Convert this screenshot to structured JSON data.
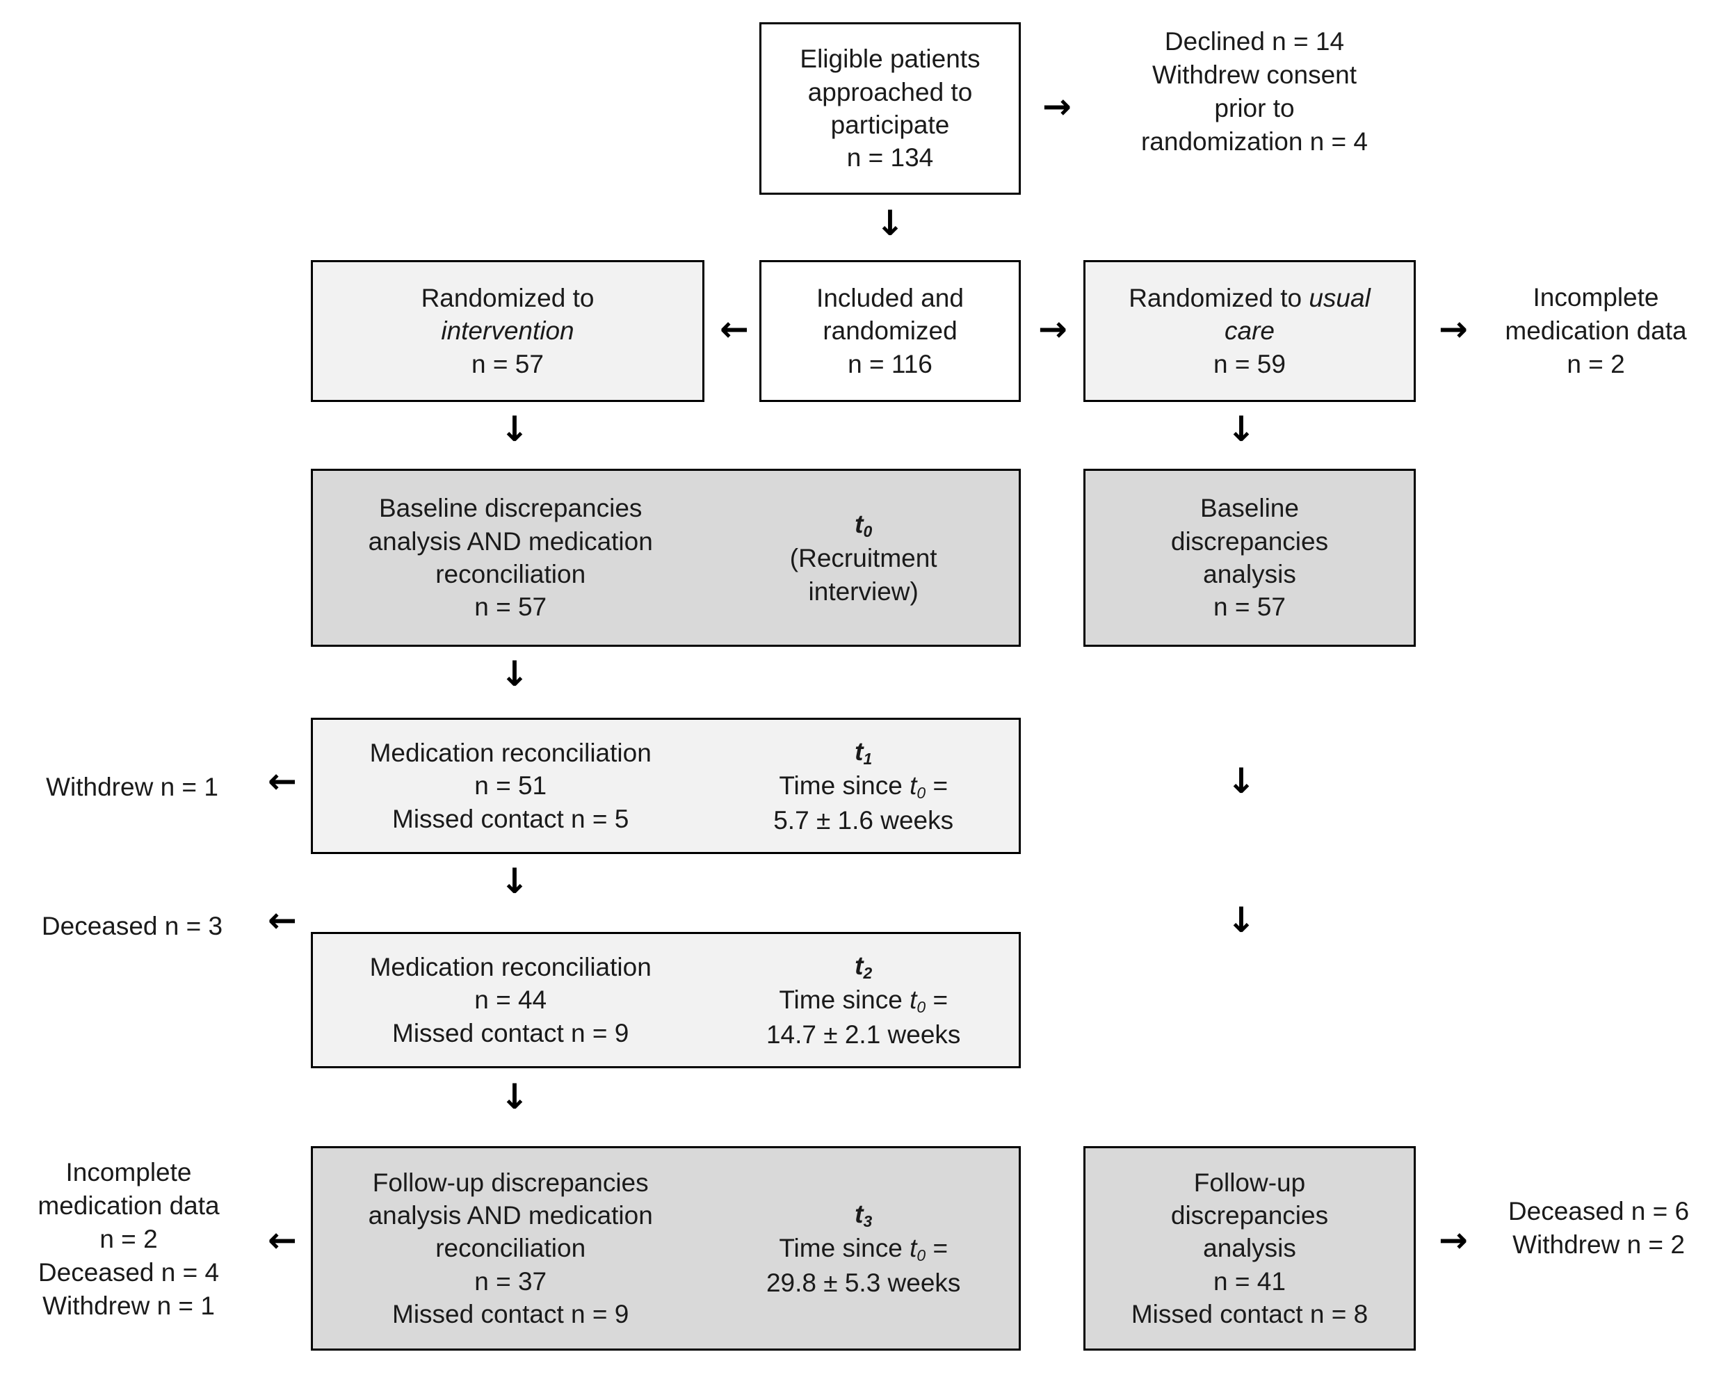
{
  "diagram": {
    "type": "consort-flow-diagram",
    "colors": {
      "box_border": "#000000",
      "fill_white": "#ffffff",
      "fill_light_gray": "#f2f2f2",
      "fill_dark_gray": "#d9d9d9",
      "text": "#1a1a1a"
    },
    "boxes": {
      "eligible": {
        "line1": "Eligible patients",
        "line2": "approached to",
        "line3": "participate",
        "line4": "n = 134"
      },
      "included": {
        "line1": "Included and",
        "line2": "randomized",
        "line3": "n = 116"
      },
      "randomized_intervention": {
        "line1": "Randomized to",
        "line2": "intervention",
        "line3": "n = 57"
      },
      "randomized_usual_care": {
        "line1_a": "Randomized to ",
        "line1_b": "usual",
        "line2": "care",
        "line3": "n = 59"
      },
      "baseline_intervention": {
        "line1": "Baseline discrepancies",
        "line2": "analysis AND medication",
        "line3": "reconciliation",
        "line4": "n = 57",
        "time_label": "t",
        "time_sub": "0",
        "time_line1": "(Recruitment",
        "time_line2": "interview)"
      },
      "baseline_usual_care": {
        "line1": "Baseline",
        "line2": "discrepancies",
        "line3": "analysis",
        "line4": "n = 57"
      },
      "medrec_t1": {
        "line1": "Medication reconciliation",
        "line2": "n = 51",
        "line3": "Missed contact n = 5",
        "time_label": "t",
        "time_sub": "1",
        "time_line1_a": "Time since ",
        "time_line1_b": "t",
        "time_line1_sub": "0",
        "time_line1_c": " =",
        "time_line2": "5.7 ± 1.6 weeks"
      },
      "medrec_t2": {
        "line1": "Medication reconciliation",
        "line2": "n = 44",
        "line3": "Missed contact n = 9",
        "time_label": "t",
        "time_sub": "2",
        "time_line1_a": "Time since ",
        "time_line1_b": "t",
        "time_line1_sub": "0",
        "time_line1_c": " =",
        "time_line2": "14.7 ± 2.1 weeks"
      },
      "followup_t3": {
        "line1": "Follow-up discrepancies",
        "line2": "analysis AND medication",
        "line3": "reconciliation",
        "line4": "n = 37",
        "line5": "Missed contact n = 9",
        "time_label": "t",
        "time_sub": "3",
        "time_line1_a": "Time since ",
        "time_line1_b": "t",
        "time_line1_sub": "0",
        "time_line1_c": " =",
        "time_line2": "29.8 ± 5.3 weeks"
      },
      "followup_usual_care": {
        "line1": "Follow-up",
        "line2": "discrepancies",
        "line3": "analysis",
        "line4": "n = 41",
        "line5": "Missed contact n = 8"
      }
    },
    "annotations": {
      "declined": {
        "line1": "Declined n = 14",
        "line2": "Withdrew consent",
        "line3": "prior to",
        "line4": "randomization n = 4"
      },
      "incomplete_usual_care": {
        "line1": "Incomplete",
        "line2": "medication data",
        "line3": "n = 2"
      },
      "withdrew_t1": {
        "line1": "Withdrew n = 1"
      },
      "deceased_t2": {
        "line1": "Deceased n = 3"
      },
      "losses_t3_left": {
        "line1": "Incomplete",
        "line2": "medication data",
        "line3": "n = 2",
        "line4": "Deceased n = 4",
        "line5": "Withdrew n = 1"
      },
      "losses_t3_right": {
        "line1": "Deceased n = 6",
        "line2": "Withdrew n = 2"
      }
    },
    "arrows": {
      "right": "→",
      "left": "←",
      "down": "↓"
    }
  }
}
